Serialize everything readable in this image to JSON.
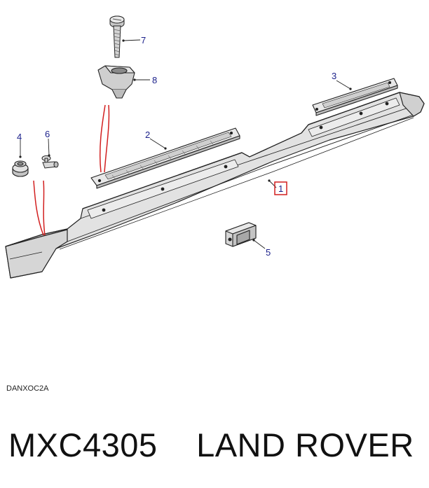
{
  "callouts": {
    "c1": "1",
    "c2": "2",
    "c3": "3",
    "c4": "4",
    "c5": "5",
    "c6": "6",
    "c7": "7",
    "c8": "8"
  },
  "highlight_color": "#d21f1f",
  "callout_color": "#1a1f8a",
  "diagram_code": "DANXOC2A",
  "part_number": "MXC4305",
  "brand": "LAND ROVER"
}
